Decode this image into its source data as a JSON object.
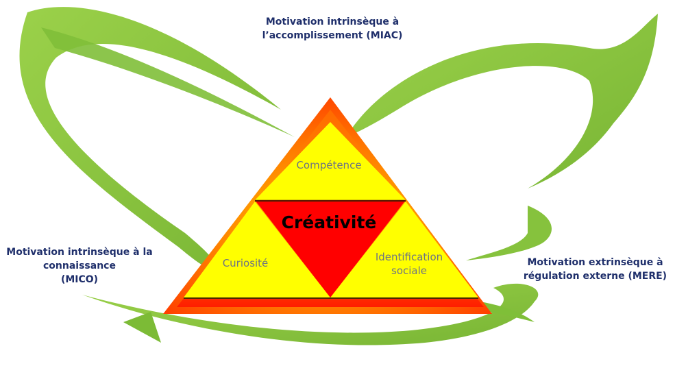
{
  "labels": {
    "top": "Motivation intrinsèque à\nl’accomplissement (MIAC)",
    "left": "Motivation intrinsèque à la\nconnaissance\n(MICO)",
    "right": "Motivation extrinsèque à\nrégulation externe (MERE)"
  },
  "triangle": {
    "center": "Créativité",
    "top": "Compétence",
    "left": "Curiosité",
    "right": "Identification\nsociale"
  },
  "colors": {
    "arrow_green": "#8cc63f",
    "arrow_green_dark": "#6fa82e",
    "triangle_outer_edge": "#ff2a00",
    "triangle_outer_inner": "#ffb400",
    "triangle_fill": "#ffff00",
    "center_fill": "#ff0000",
    "outer_text": "#1f2f6b",
    "inner_text": "#6d7384"
  }
}
